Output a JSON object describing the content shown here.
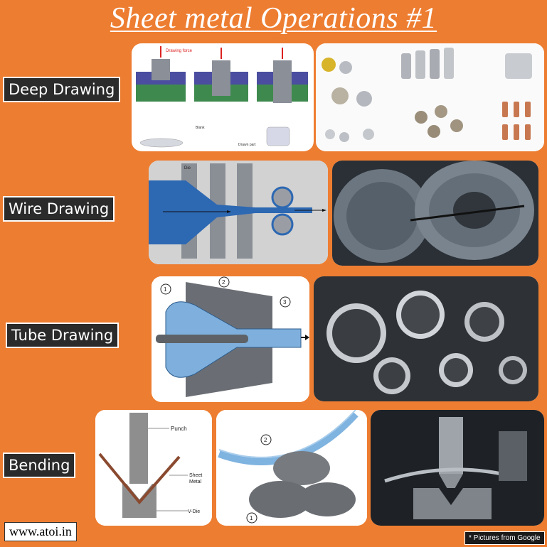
{
  "title": "Sheet metal Operations #1",
  "sections": [
    {
      "label": "Deep Drawing"
    },
    {
      "label": "Wire Drawing"
    },
    {
      "label": "Tube Drawing"
    },
    {
      "label": "Bending"
    }
  ],
  "diagram_text": {
    "drawing_force": "Drawing force",
    "blank": "Blank",
    "drawn_part": "Drawn part",
    "die": "Die",
    "callout_1": "1",
    "callout_2": "2",
    "callout_3": "3",
    "punch": "Punch",
    "sheet": "Sheet",
    "metal": "Metal",
    "vdie": "V-Die"
  },
  "footer": {
    "website": "www.atoi.in",
    "credit": "* Pictures from Google"
  },
  "colors": {
    "background": "#ED7D31",
    "label_bg": "#2B2B2B"
  }
}
